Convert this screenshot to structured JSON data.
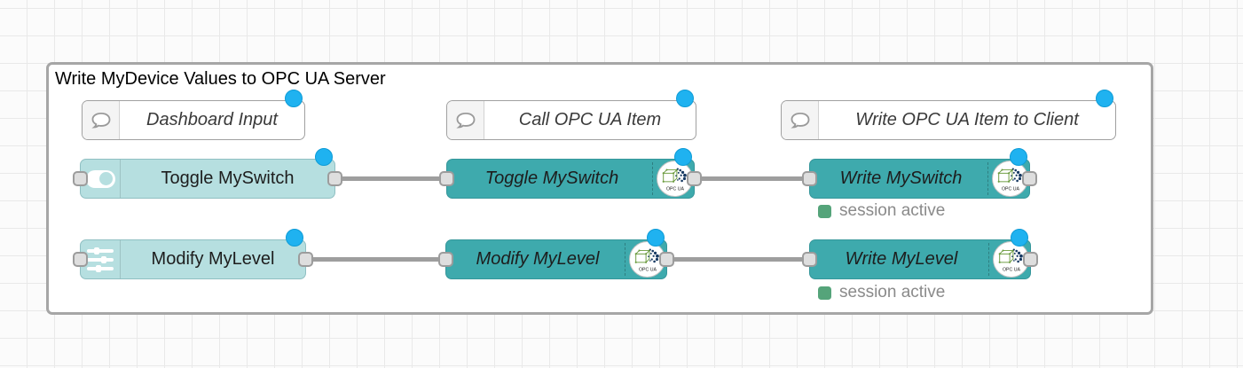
{
  "group": {
    "title": "Write MyDevice Values to OPC UA Server"
  },
  "comments": [
    {
      "label": "Dashboard Input"
    },
    {
      "label": "Call OPC UA Item"
    },
    {
      "label": "Write OPC UA Item to Client"
    }
  ],
  "nodes": [
    {
      "label": "Toggle MySwitch"
    },
    {
      "label": "Modify MyLevel"
    },
    {
      "label": "Toggle MySwitch"
    },
    {
      "label": "Modify MyLevel"
    },
    {
      "label": "Write MySwitch"
    },
    {
      "label": "Write MyLevel"
    }
  ],
  "statuses": [
    {
      "label": "session active"
    },
    {
      "label": "session active"
    }
  ],
  "badge": {
    "label": "OPC UA"
  },
  "colors": {
    "light_node": "#b6dfe0",
    "dark_node": "#3eaaad",
    "status_green": "#55a47a",
    "changed_dot": "#1fb2f0",
    "wire": "#9e9e9e",
    "group_border": "#a6a6a6"
  }
}
